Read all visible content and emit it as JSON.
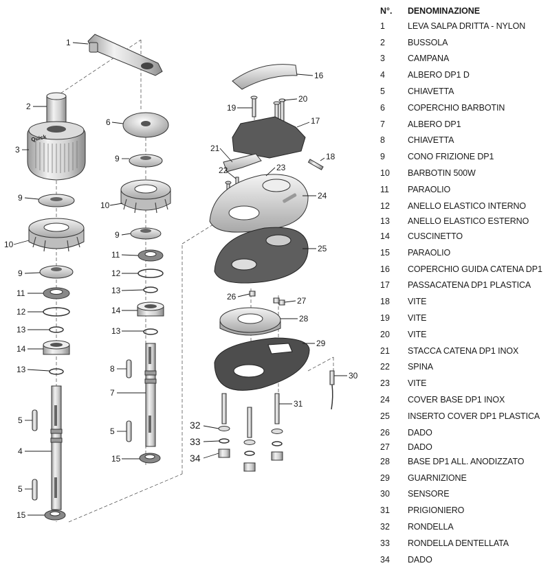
{
  "table": {
    "header_num": "N°.",
    "header_name": "DENOMINAZIONE",
    "rows": [
      {
        "num": "1",
        "name": "LEVA SALPA DRITTA - NYLON"
      },
      {
        "num": "2",
        "name": "BUSSOLA"
      },
      {
        "num": "3",
        "name": "CAMPANA"
      },
      {
        "num": "4",
        "name": "ALBERO DP1 D"
      },
      {
        "num": "5",
        "name": "CHIAVETTA"
      },
      {
        "num": "6",
        "name": "COPERCHIO BARBOTIN"
      },
      {
        "num": "7",
        "name": "ALBERO DP1"
      },
      {
        "num": "8",
        "name": "CHIAVETTA"
      },
      {
        "num": "9",
        "name": "CONO FRIZIONE DP1"
      },
      {
        "num": "10",
        "name": "BARBOTIN 500W"
      },
      {
        "num": "11",
        "name": "PARAOLIO"
      },
      {
        "num": "12",
        "name": "ANELLO ELASTICO INTERNO"
      },
      {
        "num": "13",
        "name": "ANELLO ELASTICO ESTERNO"
      },
      {
        "num": "14",
        "name": "CUSCINETTO"
      },
      {
        "num": "15",
        "name": "PARAOLIO"
      },
      {
        "num": "16",
        "name": "COPERCHIO GUIDA CATENA DP1"
      },
      {
        "num": "17",
        "name": "PASSACATENA DP1 PLASTICA"
      },
      {
        "num": "18",
        "name": "VITE"
      },
      {
        "num": "19",
        "name": "VITE"
      },
      {
        "num": "20",
        "name": "VITE"
      },
      {
        "num": "21",
        "name": "STACCA CATENA DP1 INOX"
      },
      {
        "num": "22",
        "name": "SPINA"
      },
      {
        "num": "23",
        "name": "VITE"
      },
      {
        "num": "24",
        "name": "COVER BASE DP1 INOX"
      },
      {
        "num": "25",
        "name": "INSERTO COVER DP1 PLASTICA"
      },
      {
        "num": "26",
        "name": "DADO"
      },
      {
        "num": "27",
        "name": "DADO"
      },
      {
        "num": "28",
        "name": "BASE DP1 ALL. ANODIZZATO"
      },
      {
        "num": "29",
        "name": "GUARNIZIONE"
      },
      {
        "num": "30",
        "name": "SENSORE"
      },
      {
        "num": "31",
        "name": "PRIGIONIERO"
      },
      {
        "num": "32",
        "name": "RONDELLA"
      },
      {
        "num": "33",
        "name": "RONDELLA DENTELLATA"
      },
      {
        "num": "34",
        "name": "DADO"
      }
    ]
  },
  "callouts": [
    "1",
    "2",
    "3",
    "9",
    "10",
    "9",
    "11",
    "12",
    "13",
    "14",
    "13",
    "5",
    "4",
    "5",
    "15",
    "6",
    "9",
    "10",
    "9",
    "11",
    "12",
    "13",
    "14",
    "13",
    "8",
    "7",
    "5",
    "15",
    "16",
    "19",
    "20",
    "17",
    "21",
    "22",
    "23",
    "18",
    "24",
    "25",
    "26",
    "27",
    "28",
    "29",
    "30",
    "31",
    "32",
    "33",
    "34"
  ],
  "brand_logo_text": "Quick"
}
